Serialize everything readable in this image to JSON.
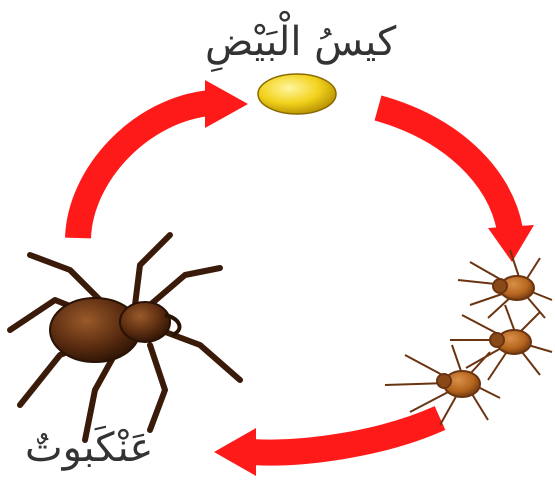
{
  "diagram": {
    "stages": [
      {
        "id": "egg_sac",
        "label": "كيسُ الْبَيْضِ",
        "icon": "egg-sac-icon"
      },
      {
        "id": "spiderlings",
        "label": "",
        "icon": "spiderlings-icon"
      },
      {
        "id": "spider",
        "label": "عَنْكَبوتٌ",
        "icon": "adult-spider-icon"
      }
    ],
    "arrow_color": "#ff1a1a",
    "egg_color": "#f2d21c",
    "spider_color": "#5a2c10",
    "spiderling_color": "#b5651d"
  }
}
